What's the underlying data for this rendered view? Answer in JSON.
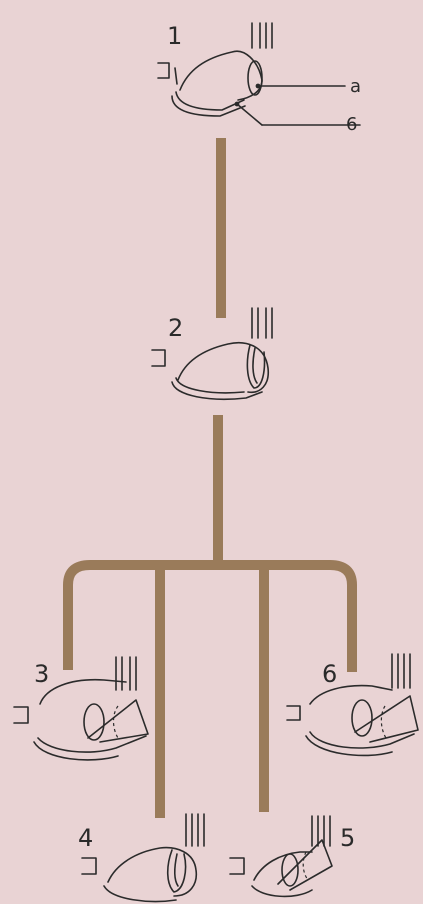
{
  "stages": [
    {
      "id": "1",
      "label": "1"
    },
    {
      "id": "2",
      "label": "2"
    },
    {
      "id": "3",
      "label": "3"
    },
    {
      "id": "4",
      "label": "4"
    },
    {
      "id": "5",
      "label": "5"
    },
    {
      "id": "6",
      "label": "6"
    }
  ],
  "annotations": {
    "a": "a",
    "b": "6"
  },
  "colors": {
    "background": "#e9d3d4",
    "connector": "#9a7b5a",
    "ink": "#2b2b2b"
  }
}
